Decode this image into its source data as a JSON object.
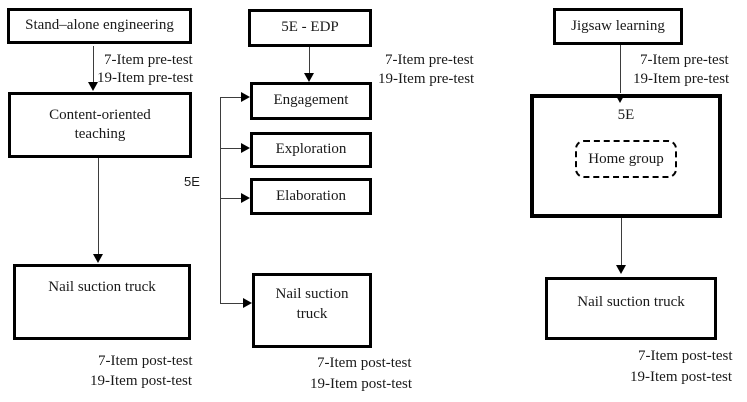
{
  "colors": {
    "background": "#ffffff",
    "line": "#000000",
    "text": "#1a1a1a"
  },
  "left_column": {
    "top_box": "Stand–alone engineering",
    "pretest_1": "7-Item pre-test",
    "pretest_2": "19-Item pre-test",
    "mid_box_line1": "Content-oriented",
    "mid_box_line2": "teaching",
    "bottom_box": "Nail suction truck",
    "posttest_1": "7-Item post-test",
    "posttest_2": "19-Item post-test"
  },
  "middle_column": {
    "top_box": "5E - EDP",
    "pretest_1": "7-Item pre-test",
    "pretest_2": "19-Item pre-test",
    "phase_boxes": [
      "Engagement",
      "Exploration",
      "Elaboration"
    ],
    "bracket_label": "5E",
    "bottom_box_line1": "Nail suction",
    "bottom_box_line2": "truck",
    "posttest_1": "7-Item post-test",
    "posttest_2": "19-Item post-test"
  },
  "right_column": {
    "top_box": "Jigsaw learning",
    "pretest_1": "7-Item pre-test",
    "pretest_2": "19-Item pre-test",
    "group_box_label": "5E",
    "inner_dashed_box": "Home group",
    "bottom_box": "Nail suction truck",
    "posttest_1": "7-Item post-test",
    "posttest_2": "19-Item post-test"
  }
}
